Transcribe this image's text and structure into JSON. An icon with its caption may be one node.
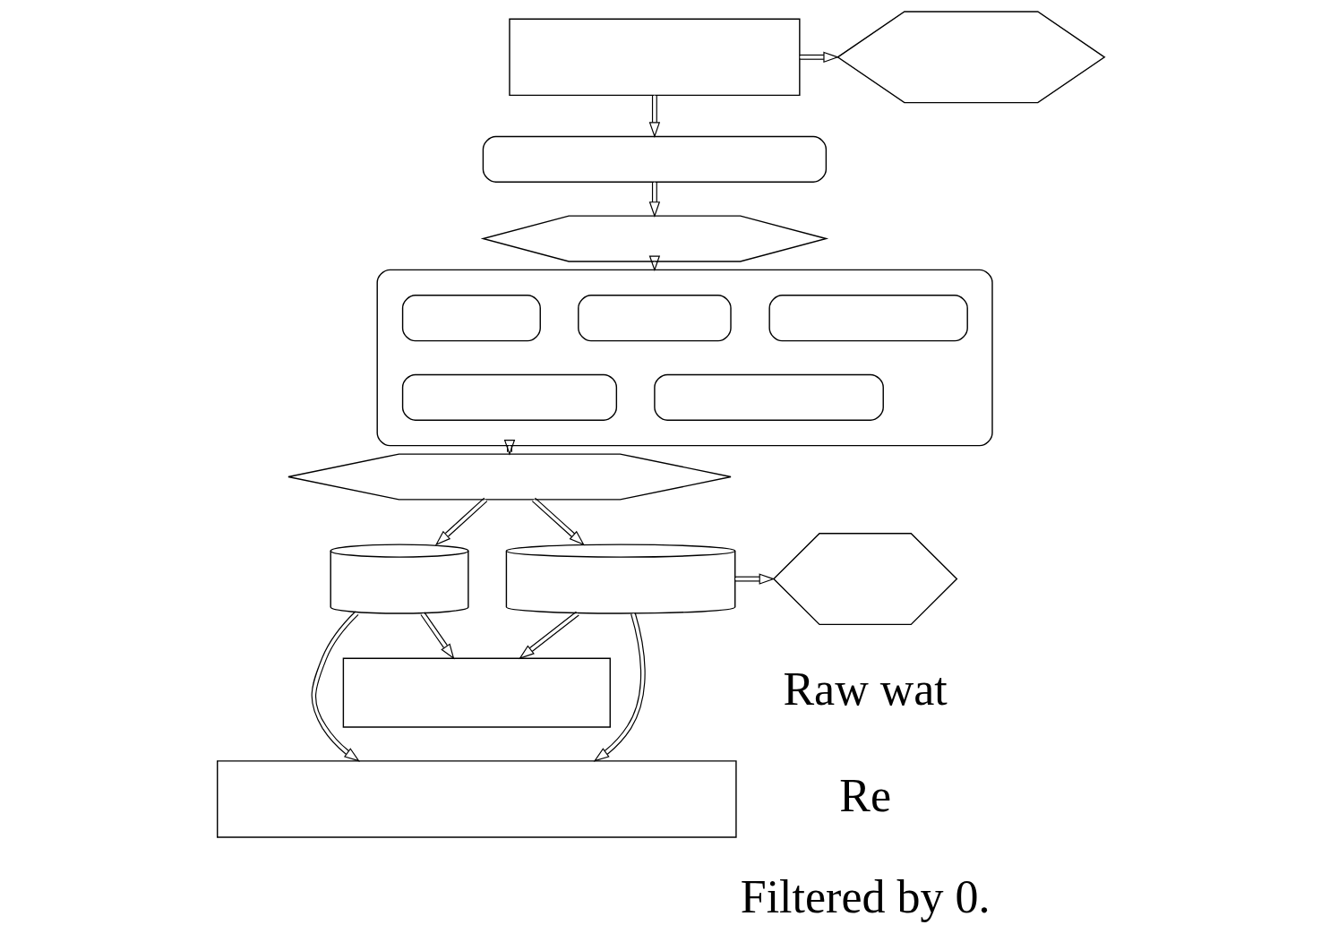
{
  "diagram": {
    "nodes": [
      {
        "text": [],
        "shape": "box"
      },
      {
        "text": [],
        "shape": "hexagon"
      },
      {
        "text": [],
        "shape": "bar"
      },
      {
        "text": [],
        "shape": "hexagon"
      },
      {
        "text": [],
        "shape": "bar"
      },
      {
        "text": [],
        "shape": "bar",
        "in": 4
      },
      {
        "text": [],
        "shape": "bar",
        "in": 4
      },
      {
        "text": [],
        "shape": "bar",
        "in": 4
      },
      {
        "text": [],
        "shape": "bar",
        "in": 4
      },
      {
        "text": [],
        "shape": "bar",
        "in": 4
      },
      {
        "text": [],
        "shape": "hexagon"
      },
      {
        "text": [],
        "shape": "cylinder"
      },
      {
        "text": [],
        "shape": "cylinder"
      },
      {
        "text": [],
        "shape": "hexagon"
      },
      {
        "text": [],
        "shape": "box"
      },
      {
        "text": [],
        "shape": "box"
      }
    ],
    "edges": [
      {
        "from": 0,
        "to": 1,
        "arrow": "to"
      },
      {
        "from": 0,
        "to": 2,
        "arrow": "to"
      },
      {
        "from": 2,
        "to": 3,
        "arrow": "to"
      },
      {
        "from": 3,
        "to": 4,
        "arrow": "to"
      },
      {
        "from": 4,
        "to": 10,
        "arrow": "to"
      },
      {
        "from": 10,
        "to": 11,
        "arrow": "to"
      },
      {
        "from": 10,
        "to": 12,
        "arrow": "to"
      },
      {
        "from": 12,
        "to": 13,
        "arrow": "to"
      },
      {
        "from": 11,
        "to": 14,
        "arrow": "to"
      },
      {
        "from": 12,
        "to": 14,
        "arrow": "to"
      },
      {
        "from": 11,
        "to": 15,
        "arrow": "to"
      },
      {
        "from": 12,
        "to": 15,
        "arrow": "to"
      }
    ],
    "labels": [
      "Raw wat",
      "Re",
      "Filtered by 0."
    ]
  }
}
